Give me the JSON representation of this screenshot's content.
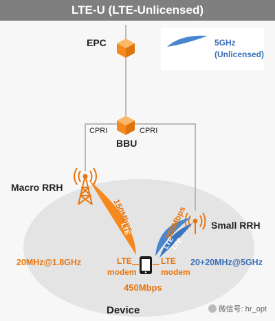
{
  "title": "LTE-U (LTE-Unlicensed)",
  "nodes": {
    "epc": "EPC",
    "bbu": "BBU",
    "macro_rrh": "Macro RRH",
    "small_rrh": "Small RRH",
    "device": "Device"
  },
  "links": {
    "cpri_left": "CPRI",
    "cpri_right": "CPRI"
  },
  "legend": {
    "line1": "5GHz",
    "line2": "(Unlicensed)"
  },
  "beams": {
    "macro_rate": "150Mbps",
    "macro_tech": "LTE",
    "small_rate": "300Mbps",
    "small_tech_1": "LTE",
    "small_tech_2": "LTE"
  },
  "bands": {
    "macro": "20MHz@1.8GHz",
    "small": "20+20MHz@5GHz"
  },
  "modems": {
    "left_1": "LTE",
    "left_2": "modem",
    "right_1": "LTE",
    "right_2": "modem"
  },
  "total_rate": "450Mbps",
  "watermark": "微信号: hr_opt",
  "colors": {
    "orange": "#f5891e",
    "blue": "#4a86d0",
    "title_bg": "#7f7f7f"
  }
}
